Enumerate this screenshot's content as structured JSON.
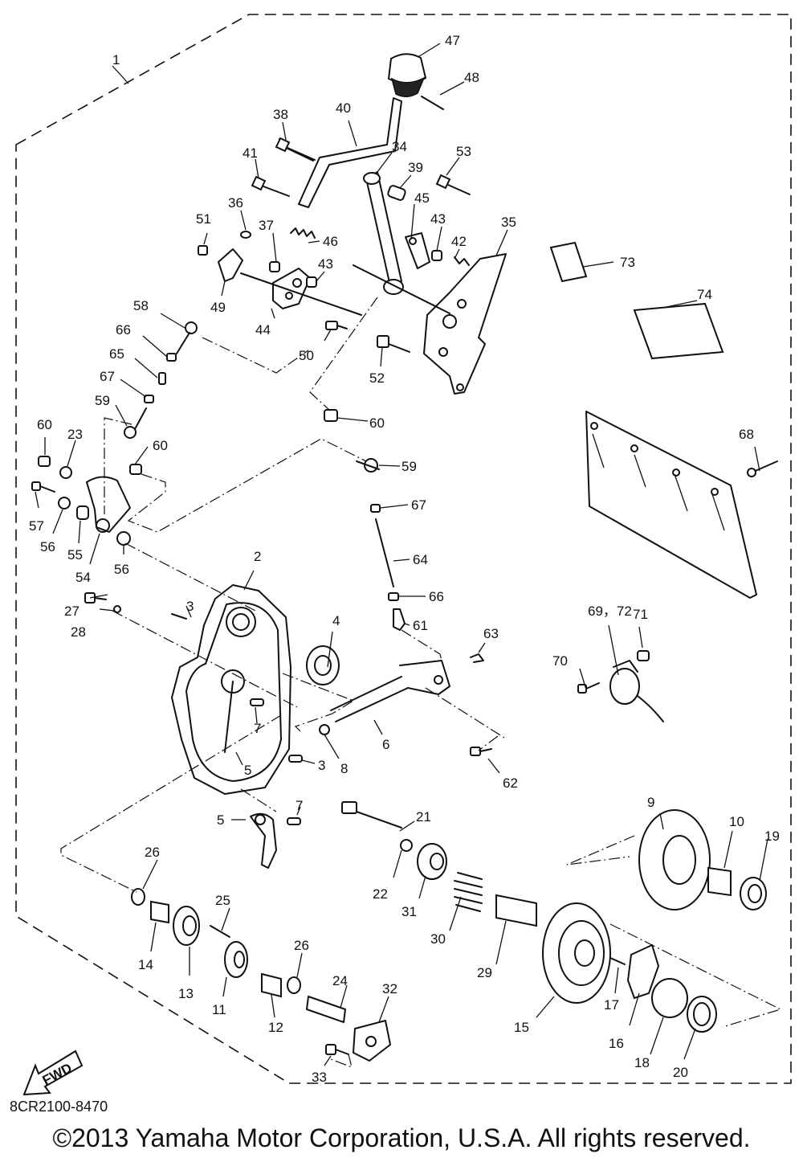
{
  "drawing_code": "8CR2100-8470",
  "copyright": "©2013 Yamaha Motor Corporation, U.S.A. All rights reserved.",
  "direction_arrow": "FWD",
  "callouts": {
    "n1": "1",
    "n2": "2",
    "n3": "3",
    "n3b": "3",
    "n4": "4",
    "n5": "5",
    "n5b": "5",
    "n6": "6",
    "n7": "7",
    "n7b": "7",
    "n8": "8",
    "n9": "9",
    "n10": "10",
    "n11": "11",
    "n12": "12",
    "n13": "13",
    "n14": "14",
    "n15": "15",
    "n16": "16",
    "n17": "17",
    "n18": "18",
    "n19": "19",
    "n20": "20",
    "n21": "21",
    "n22": "22",
    "n23": "23",
    "n24": "24",
    "n25": "25",
    "n26": "26",
    "n26b": "26",
    "n27": "27",
    "n28": "28",
    "n29": "29",
    "n30": "30",
    "n31": "31",
    "n32": "32",
    "n33": "33",
    "n34": "34",
    "n35": "35",
    "n36": "36",
    "n37": "37",
    "n38": "38",
    "n39": "39",
    "n40": "40",
    "n41": "41",
    "n42": "42",
    "n43": "43",
    "n43b": "43",
    "n44": "44",
    "n45": "45",
    "n46": "46",
    "n47": "47",
    "n48": "48",
    "n49": "49",
    "n50": "50",
    "n51": "51",
    "n52": "52",
    "n53": "53",
    "n54": "54",
    "n55": "55",
    "n56": "56",
    "n56b": "56",
    "n57": "57",
    "n58": "58",
    "n59": "59",
    "n59b": "59",
    "n60": "60",
    "n60b": "60",
    "n60c": "60",
    "n61": "61",
    "n62": "62",
    "n63": "63",
    "n64": "64",
    "n65": "65",
    "n66": "66",
    "n66b": "66",
    "n67": "67",
    "n67b": "67",
    "n68": "68",
    "n6972": "69，72",
    "n70": "70",
    "n71": "71",
    "n73": "73",
    "n74": "74"
  }
}
